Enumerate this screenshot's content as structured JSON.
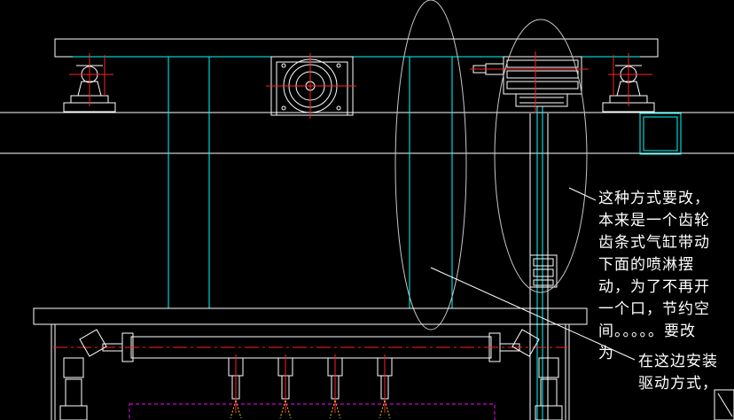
{
  "drawing": {
    "colors": {
      "background": "#000000",
      "outline": "#ffffff",
      "frame": "#00ffff",
      "centerline": "#ff2020",
      "dashed_box": "#ff00ff",
      "highlight": "#c8c8c8"
    },
    "annotations": {
      "main_note_lines": [
        "这种方式要改，",
        "本来是一个齿轮",
        "齿条式气缸带动",
        "下面的喷淋摆",
        "动，为了不再开",
        "一个口，节约空",
        "间。。。。。要改",
        "为"
      ],
      "install_note_lines": [
        "在这边安装",
        "驱动方式，"
      ]
    }
  }
}
